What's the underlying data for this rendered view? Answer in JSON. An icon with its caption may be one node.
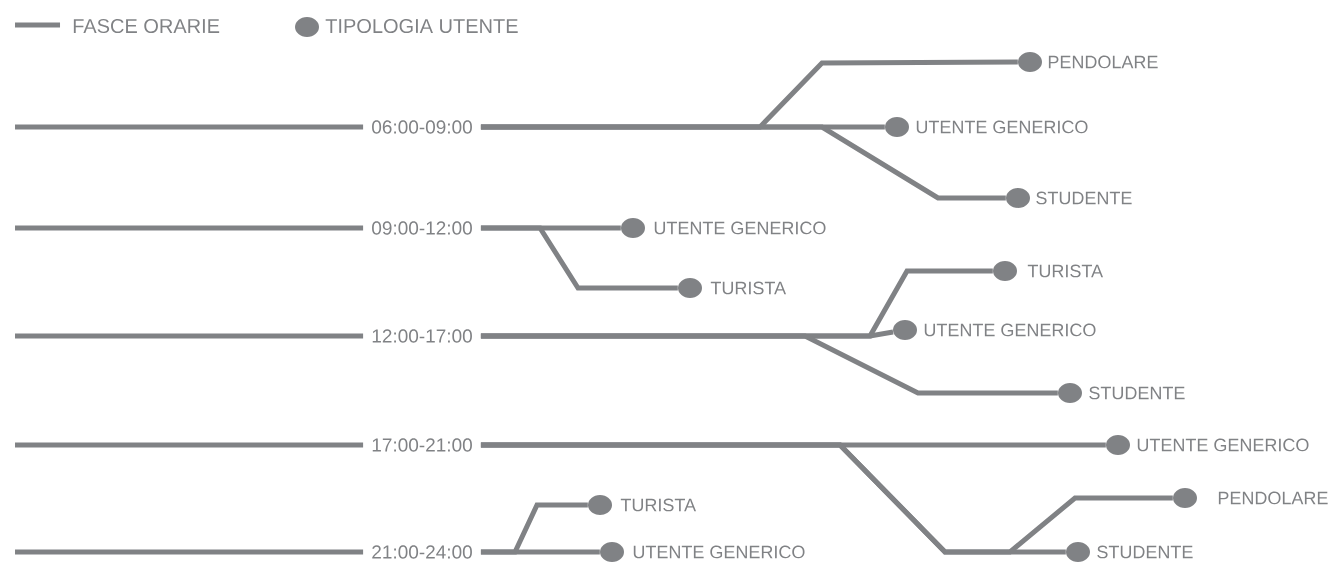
{
  "diagram": {
    "nodes": [
      {
        "text": [
          "06:00-09:00"
        ]
      },
      {
        "text": [
          "PENDOLARE"
        ]
      },
      {
        "text": [
          "UTENTE GENERICO"
        ]
      },
      {
        "text": [
          "STUDENTE"
        ]
      },
      {
        "text": [
          "09:00-12:00"
        ]
      },
      {
        "text": [
          "UTENTE GENERICO"
        ]
      },
      {
        "text": [
          "TURISTA"
        ]
      },
      {
        "text": [
          "12:00-17:00"
        ]
      },
      {
        "text": [
          "TURISTA"
        ]
      },
      {
        "text": [
          "UTENTE GENERICO"
        ]
      },
      {
        "text": [
          "STUDENTE"
        ]
      },
      {
        "text": [
          "17:00-21:00"
        ]
      },
      {
        "text": [
          "UTENTE GENERICO"
        ]
      },
      {
        "text": [
          "PENDOLARE"
        ]
      },
      {
        "text": [
          "STUDENTE"
        ]
      },
      {
        "text": [
          "21:00-24:00"
        ]
      },
      {
        "text": [
          "TURISTA"
        ]
      },
      {
        "text": [
          "UTENTE GENERICO"
        ]
      }
    ],
    "edges": [
      {
        "from": null,
        "to": 0,
        "arrow": "none"
      },
      {
        "from": 0,
        "to": 1,
        "arrow": "none"
      },
      {
        "from": 0,
        "to": 2,
        "arrow": "none"
      },
      {
        "from": 0,
        "to": 3,
        "arrow": "none"
      },
      {
        "from": null,
        "to": 4,
        "arrow": "none"
      },
      {
        "from": 4,
        "to": 5,
        "arrow": "none"
      },
      {
        "from": 4,
        "to": 6,
        "arrow": "none"
      },
      {
        "from": null,
        "to": 7,
        "arrow": "none"
      },
      {
        "from": 7,
        "to": 8,
        "arrow": "none"
      },
      {
        "from": 7,
        "to": 9,
        "arrow": "none"
      },
      {
        "from": 7,
        "to": 10,
        "arrow": "none"
      },
      {
        "from": null,
        "to": 11,
        "arrow": "none"
      },
      {
        "from": 11,
        "to": 12,
        "arrow": "none"
      },
      {
        "from": 11,
        "to": 13,
        "arrow": "none"
      },
      {
        "from": 11,
        "to": 14,
        "arrow": "none"
      },
      {
        "from": null,
        "to": 15,
        "arrow": "none"
      },
      {
        "from": 15,
        "to": 16,
        "arrow": "none"
      },
      {
        "from": 15,
        "to": 17,
        "arrow": "none"
      }
    ],
    "legend": [
      {
        "text": "FASCE ORARIE"
      },
      {
        "text": "TIPOLOGIA UTENTE"
      }
    ]
  }
}
